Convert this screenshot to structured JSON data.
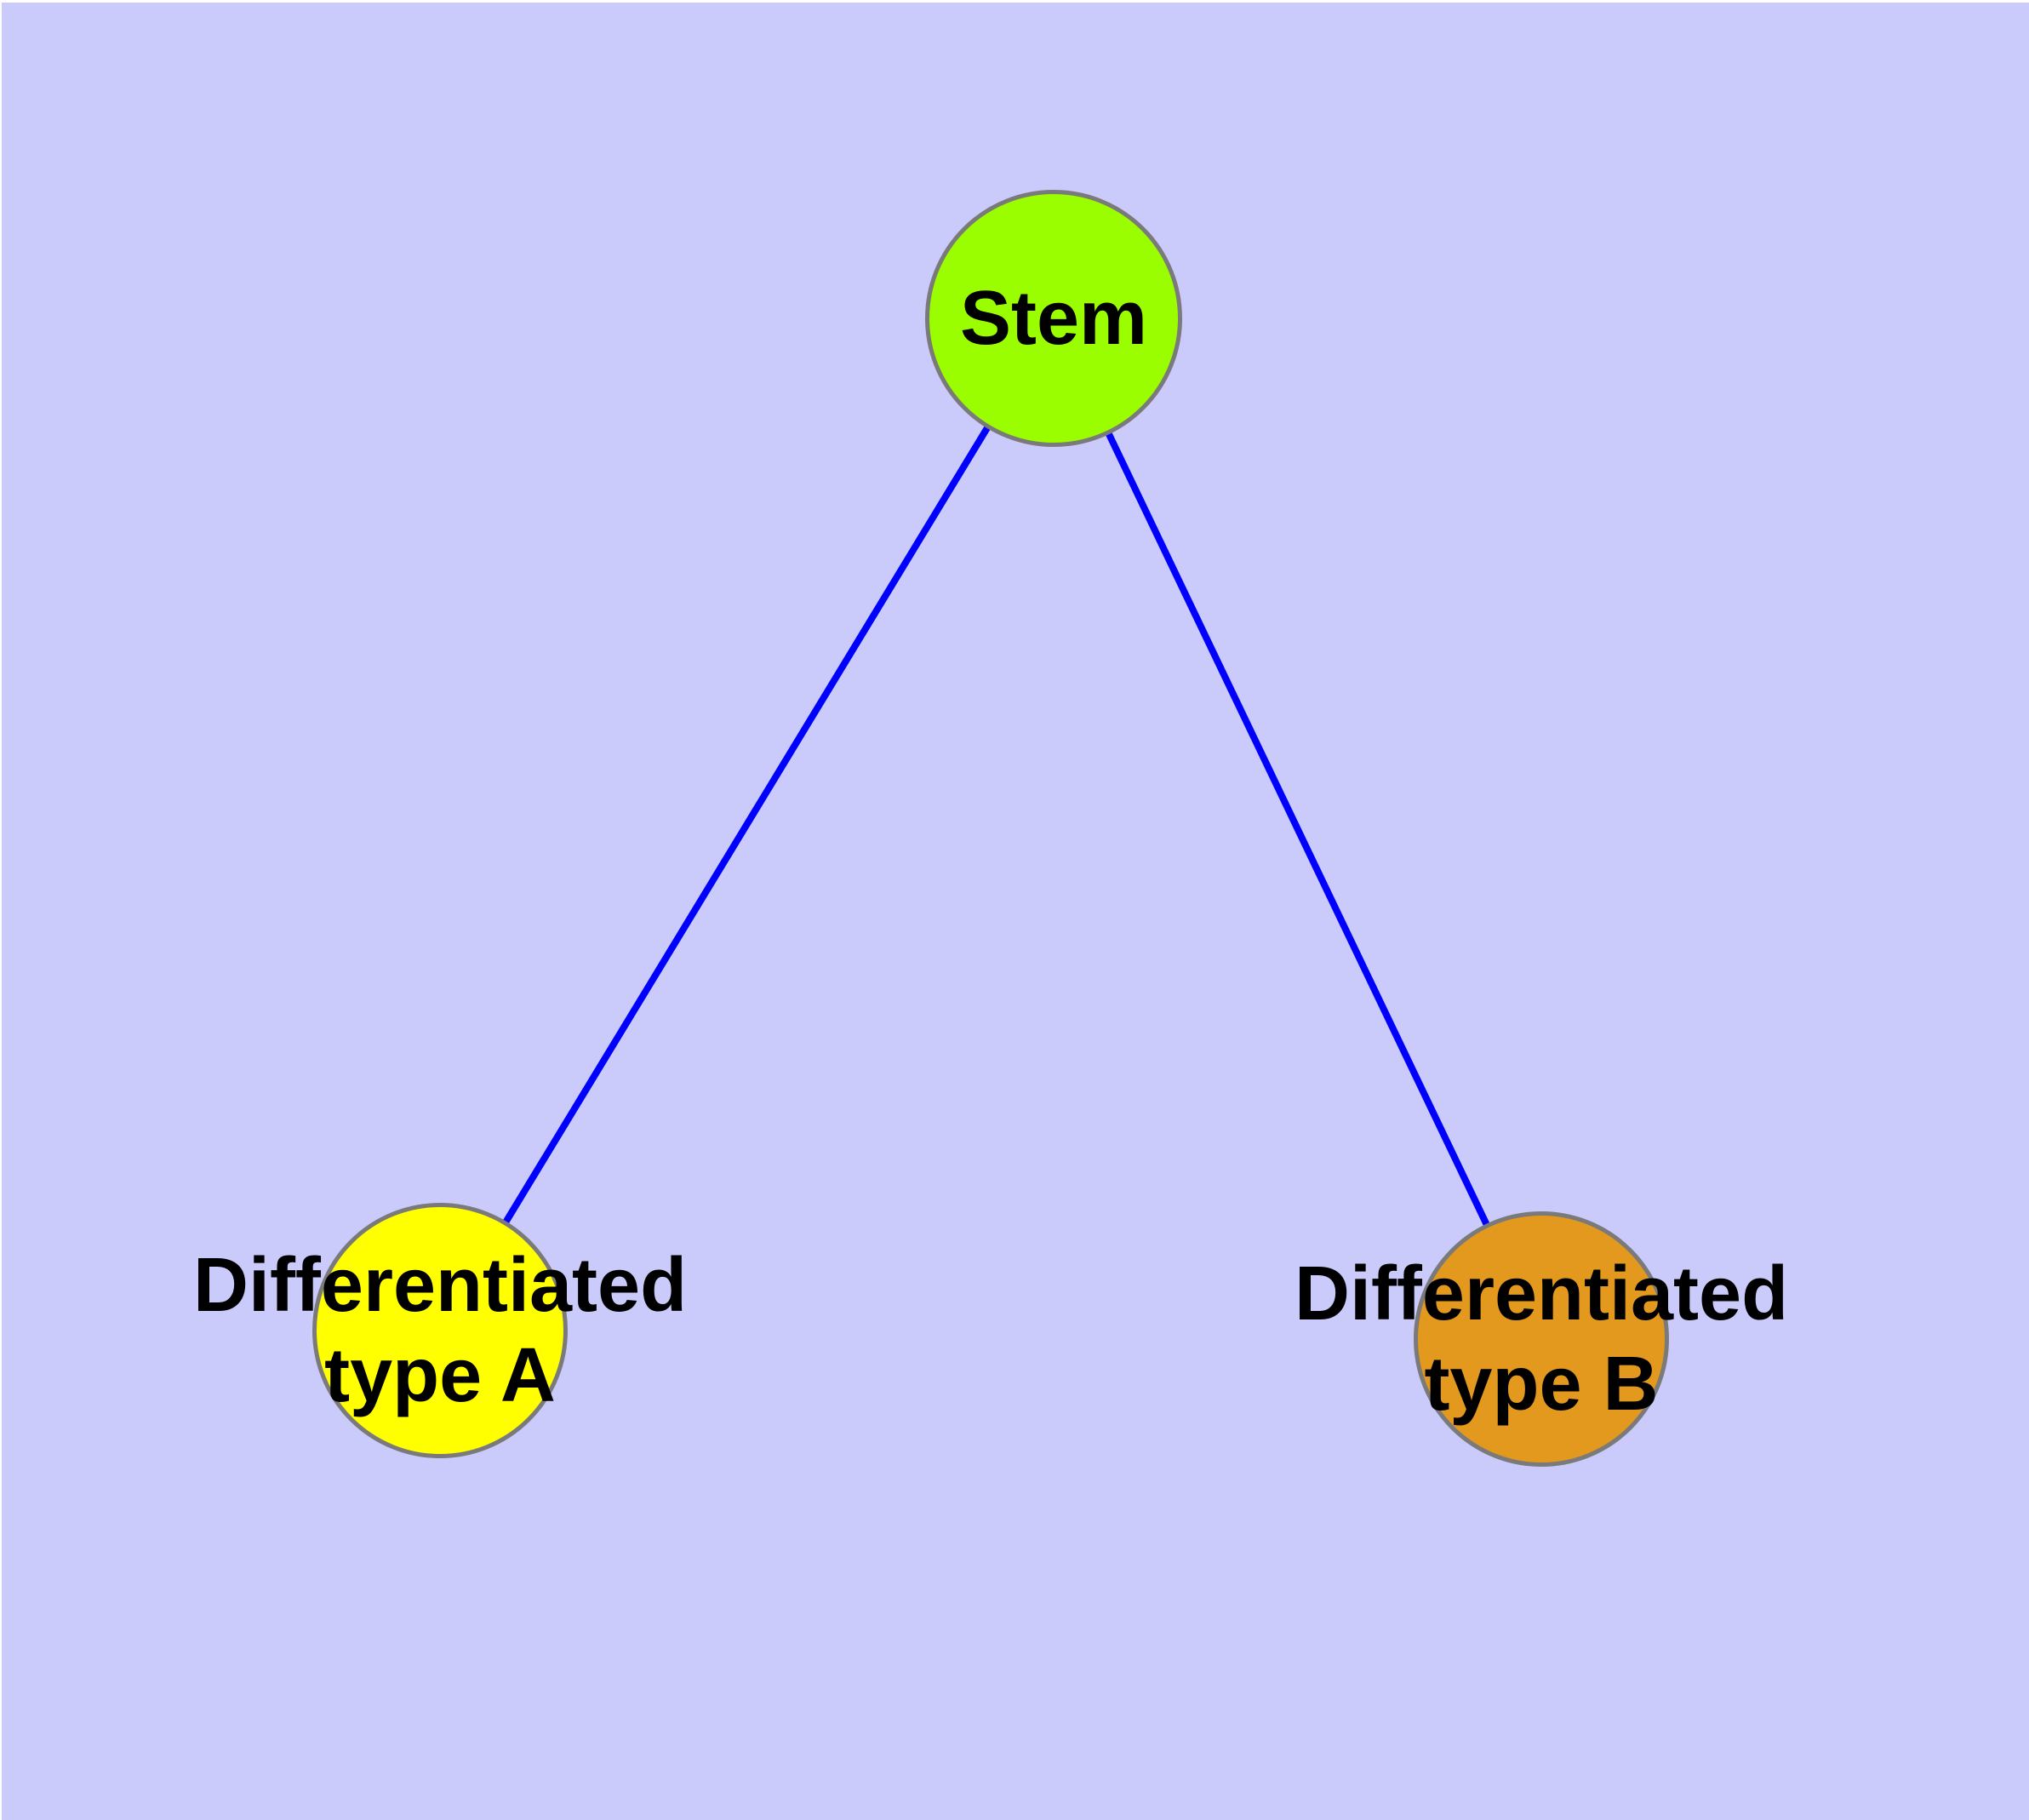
{
  "diagram": {
    "background_color": "#CACAFB",
    "edge_color": "#0000FF",
    "node_border_color": "#7A7A7A",
    "text_color": "#000000",
    "nodes": [
      {
        "id": "stem",
        "label": "Stem",
        "fill_color": "#9AFE00"
      },
      {
        "id": "differentiated-type-a",
        "label_line1": "Differentiated",
        "label_line2": "type A",
        "fill_color": "#FFFF00"
      },
      {
        "id": "differentiated-type-b",
        "label_line1": "Differentiated",
        "label_line2": "type B",
        "fill_color": "#E2991E"
      }
    ],
    "edges": [
      {
        "from": "Stem",
        "to": "Differentiated type A"
      },
      {
        "from": "Stem",
        "to": "Differentiated type B"
      }
    ]
  }
}
